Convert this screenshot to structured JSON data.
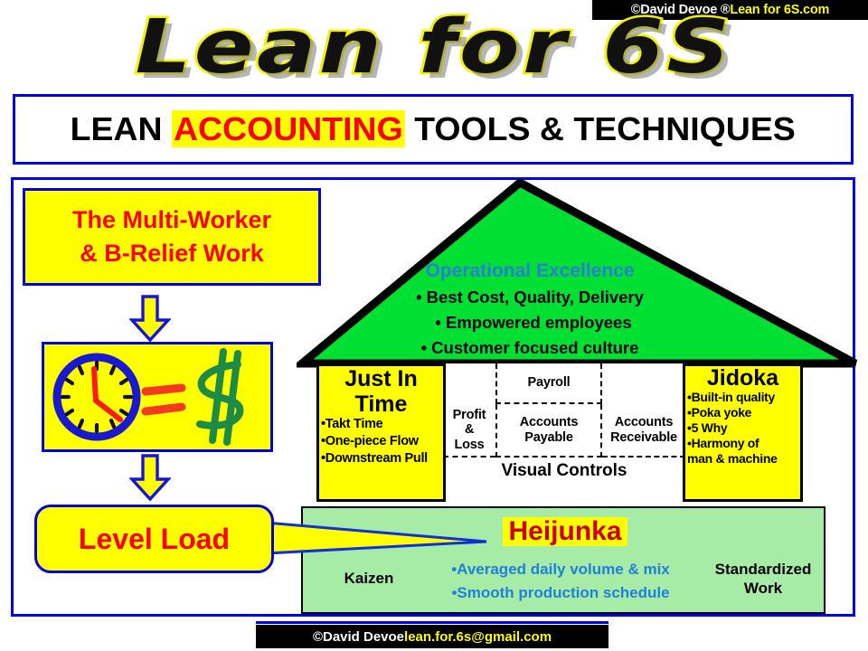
{
  "top_banner": {
    "copyright": "©David Devoe ®",
    "site": "Lean for 6S.com"
  },
  "wordart": {
    "title": "Lean for 6S"
  },
  "headline": {
    "pre": "LEAN ",
    "highlight": "ACCOUNTING",
    "post": " TOOLS & TECHNIQUES",
    "highlight_bg": "#ffff00",
    "highlight_color": "#ff0000"
  },
  "left_column": {
    "multiworker": {
      "line1": "The Multi-Worker",
      "line2": "& B-Relief Work"
    },
    "clock_box": {
      "alt": "clock equals dollar sign graphic"
    },
    "level_load": {
      "label": "Level Load"
    },
    "arrows": [
      "down-arrow-1",
      "down-arrow-2"
    ]
  },
  "house": {
    "roof": {
      "heading": "Operational Excellence",
      "heading_color": "#2a7fd4",
      "fill": "#00e033",
      "bullets": [
        "• Best Cost, Quality, Delivery",
        "• Empowered employees",
        "• Customer focused culture"
      ]
    },
    "pillar_left": {
      "title_line1": "Just In",
      "title_line2": "Time",
      "bullets": [
        "•Takt Time",
        "•One-piece Flow",
        "•Downstream Pull"
      ]
    },
    "pillar_right": {
      "title": "Jidoka",
      "bullets": [
        "•Built-in quality",
        "•Poka yoke",
        "•5 Why",
        "•Harmony of",
        "man & machine"
      ]
    },
    "center": {
      "label": "Visual Controls",
      "cells": {
        "payroll": "Payroll",
        "profit_loss": "Profit\n&\nLoss",
        "profit_loss_l1": "Profit",
        "profit_loss_l2": "&",
        "profit_loss_l3": "Loss",
        "accounts_payable_l1": "Accounts",
        "accounts_payable_l2": "Payable",
        "accounts_receivable_l1": "Accounts",
        "accounts_receivable_l2": "Receivable"
      }
    },
    "foundation": {
      "fill": "#a6eba6",
      "kaizen": "Kaizen",
      "heijunka": "Heijunka",
      "heijunka_bullets": [
        "•Averaged daily  volume & mix",
        "•Smooth production schedule"
      ],
      "standardized_l1": "Standardized",
      "standardized_l2": "Work"
    }
  },
  "bottom_banner": {
    "copyright": "©David Devoe ",
    "email": "lean.for.6s@gmail.com"
  }
}
